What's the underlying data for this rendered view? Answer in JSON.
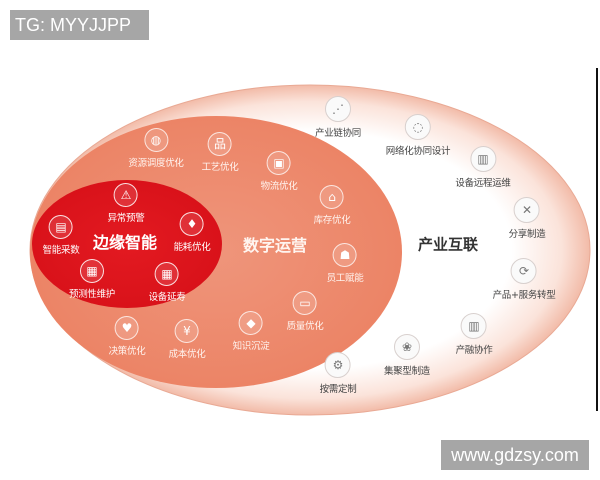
{
  "watermarks": {
    "top": "TG: MYYJJPP",
    "bottom": "www.gdzsy.com"
  },
  "colors": {
    "inner": "#e0161d",
    "middle": "#ee8c70",
    "outer_edge": "#f3c2b2",
    "outer_center": "#ffffff"
  },
  "diagram": {
    "inner": {
      "title": "边缘智能",
      "items": [
        {
          "label": "异常预警",
          "icon": "warning-icon",
          "glyph": "⚠"
        },
        {
          "label": "能耗优化",
          "icon": "energy-drop-icon",
          "glyph": "💧"
        },
        {
          "label": "设备延寿",
          "icon": "device-icon",
          "glyph": "▦"
        },
        {
          "label": "预测性维护",
          "icon": "maintenance-icon",
          "glyph": "▦"
        },
        {
          "label": "智能采数",
          "icon": "monitor-chart-icon",
          "glyph": "▤"
        }
      ]
    },
    "middle": {
      "title": "数字运营",
      "items": [
        {
          "label": "资源调度优化",
          "icon": "globe-icon",
          "glyph": "◍"
        },
        {
          "label": "工艺优化",
          "icon": "org-chart-icon",
          "glyph": "品"
        },
        {
          "label": "物流优化",
          "icon": "truck-icon",
          "glyph": "▣"
        },
        {
          "label": "库存优化",
          "icon": "warehouse-icon",
          "glyph": "⌂"
        },
        {
          "label": "员工赋能",
          "icon": "employee-icon",
          "glyph": "☗"
        },
        {
          "label": "质量优化",
          "icon": "quality-screen-icon",
          "glyph": "▭"
        },
        {
          "label": "知识沉淀",
          "icon": "graduation-cap-icon",
          "glyph": "◆"
        },
        {
          "label": "成本优化",
          "icon": "money-bag-icon",
          "glyph": "¥"
        },
        {
          "label": "决策优化",
          "icon": "decision-pin-icon",
          "glyph": "♥"
        }
      ]
    },
    "outer": {
      "title": "产业互联",
      "items": [
        {
          "label": "产业链协同",
          "icon": "share-nodes-icon",
          "glyph": "⋰"
        },
        {
          "label": "网络化协同设计",
          "icon": "cycle-icon",
          "glyph": "◌"
        },
        {
          "label": "设备远程运维",
          "icon": "remote-device-icon",
          "glyph": "▥"
        },
        {
          "label": "分享制造",
          "icon": "wrench-icon",
          "glyph": "✕"
        },
        {
          "label": "产品+服务转型",
          "icon": "refresh-icon",
          "glyph": "⟳"
        },
        {
          "label": "产融协作",
          "icon": "bar-chart-icon",
          "glyph": "▥"
        },
        {
          "label": "集聚型制造",
          "icon": "cluster-icon",
          "glyph": "❀"
        },
        {
          "label": "按需定制",
          "icon": "gear-search-icon",
          "glyph": "⚙"
        }
      ]
    }
  }
}
